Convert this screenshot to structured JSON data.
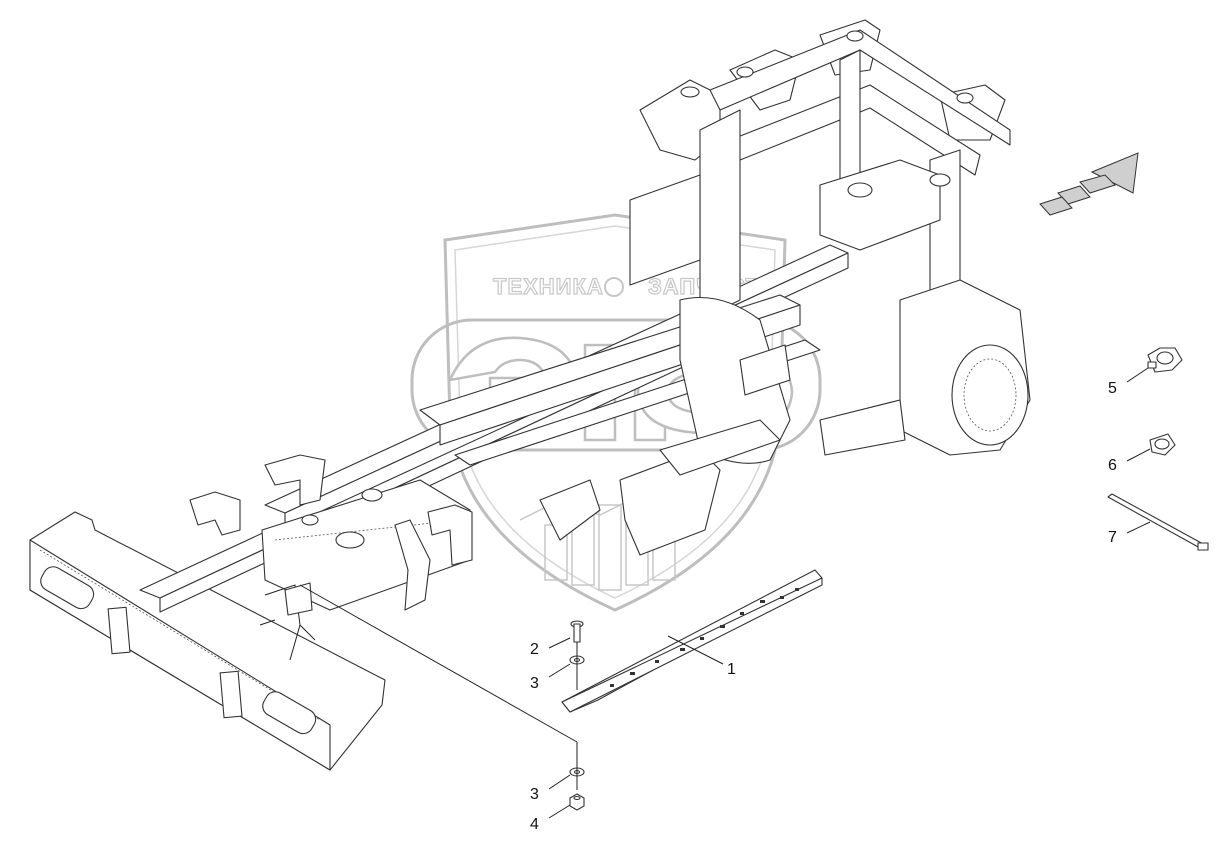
{
  "watermark": {
    "left_text": "ТЕХНИКА",
    "right_text": "ЗАПЧАСТИ",
    "logo_letters": "эпф"
  },
  "callouts": [
    {
      "id": "c1",
      "label": "1"
    },
    {
      "id": "c2",
      "label": "2"
    },
    {
      "id": "c3a",
      "label": "3"
    },
    {
      "id": "c3b",
      "label": "3"
    },
    {
      "id": "c4",
      "label": "4"
    },
    {
      "id": "c5",
      "label": "5"
    },
    {
      "id": "c6",
      "label": "6"
    },
    {
      "id": "c7",
      "label": "7"
    }
  ]
}
